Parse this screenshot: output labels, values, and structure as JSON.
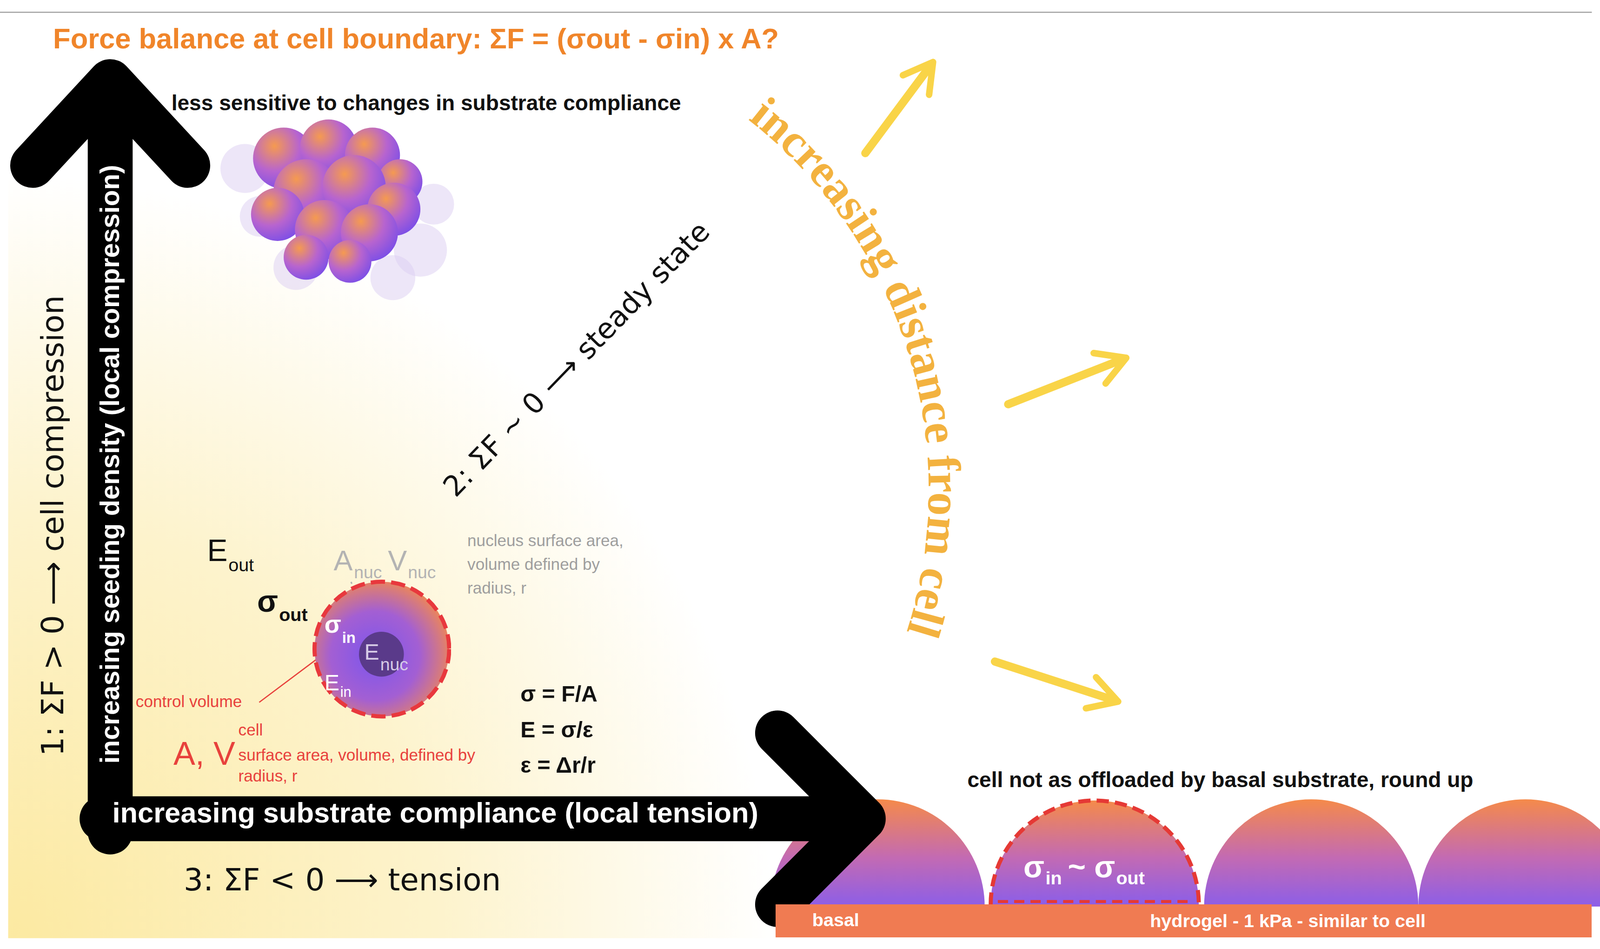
{
  "diagram": {
    "title": "Force balance at cell boundary: ΣF = (σout - σin) x A?",
    "nodes": [
      {
        "text": [
          "increasing seeding density (local compression)"
        ]
      },
      {
        "text": [
          "σ",
          "in",
          "E",
          "in"
        ]
      },
      {
        "text": [
          "E",
          "nuc"
        ],
        "in": 1
      },
      {
        "text": [
          "increasing substrate compliance (local tension)"
        ]
      },
      {
        "text": [
          "σ",
          "in",
          "~ σ",
          "out"
        ]
      },
      {
        "text": [
          "basal",
          "hydrogel - 1 kPa - similar to cell"
        ]
      }
    ],
    "labels": [
      "less sensitive to changes in substrate compliance",
      "1: ΣF > 0 ⟶ cell compression",
      "2: ΣF ~ 0 ⟶ steady state",
      "increasing distance from cell",
      "E",
      "out",
      "σ",
      "out",
      "A",
      "nuc",
      "V",
      "nuc",
      "nucleus surface area, volume defined by radius, r",
      "control volume",
      "A, V",
      "cell",
      "surface area, volume, defined by radius, r",
      "σ = F/A",
      "E = σ/ε",
      "ε = Δr/r",
      "3: ΣF < 0 ⟶ tension",
      "cell not as offloaded by basal substrate, round up"
    ]
  }
}
